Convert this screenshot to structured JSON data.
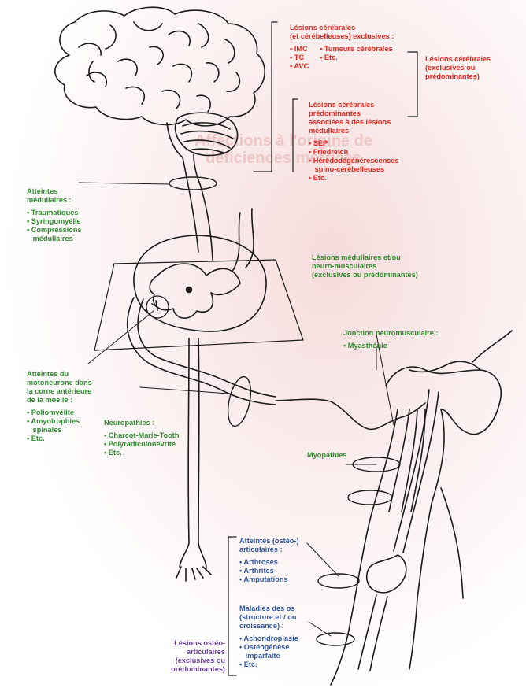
{
  "colors": {
    "cerebral": "#e3241b",
    "medullary": "#2e8b2e",
    "osteo": "#2f55a4",
    "osteo_summary": "#6a3fa0",
    "outline": "#1a1a1a"
  },
  "watermark": {
    "line1": "Affections à l'origine de",
    "line2": "déficiences motrices"
  },
  "cerebral_exclusive": {
    "title1": "Lésions cérébrales",
    "title2": "(et cérébelleuses) exclusives :",
    "col1": [
      "• IMC",
      "• TC",
      "• AVC"
    ],
    "col2": [
      "• Tumeurs cérébrales",
      "• Etc."
    ]
  },
  "cerebral_summary": {
    "line1": "Lésions cérébrales",
    "line2": "(exclusives ou",
    "line3": "prédominantes)"
  },
  "cerebral_predominant": {
    "title": [
      "Lésions cérébrales",
      "prédominantes",
      "associées à des lésions",
      "médullaires"
    ],
    "items": [
      "• SEP",
      "• Friedreich",
      "• Hérédodégénérescences",
      "   spino-cérébelleuses",
      "• Etc."
    ]
  },
  "medullary": {
    "title": [
      "Atteintes",
      "médullaires :"
    ],
    "items": [
      "• Traumatiques",
      "• Syringomyélie",
      "• Compressions",
      "   médullaires"
    ]
  },
  "medullary_summary": {
    "lines": [
      "Lésions médullaires et/ou",
      "neuro-musculaires",
      "(exclusives ou prédominantes)"
    ]
  },
  "motoneuron": {
    "title": [
      "Atteintes du",
      "motoneurone dans",
      "la corne antérieure",
      "de la moelle :"
    ],
    "items": [
      "• Poliomyélite",
      "• Amyotrophies",
      "   spinales",
      "• Etc."
    ]
  },
  "neuropathies": {
    "title": "Neuropathies :",
    "items": [
      "• Charcot-Marie-Tooth",
      "• Polyradiculonévrite",
      "• Etc."
    ]
  },
  "junction": {
    "title": "Jonction neuromusculaire :",
    "items": [
      "• Myasthénie"
    ]
  },
  "myopathies": {
    "title": "Myopathies"
  },
  "articular": {
    "title": [
      "Atteintes (ostéo-)",
      "articulaires :"
    ],
    "items": [
      "• Arthroses",
      "• Arthrites",
      "• Amputations"
    ]
  },
  "bone": {
    "title": [
      "Maladies des os",
      "(structure et / ou",
      "croissance) :"
    ],
    "items": [
      "• Achondroplasie",
      "• Ostéogénèse",
      "   imparfaite",
      "• Etc."
    ]
  },
  "osteo_summary": {
    "lines": [
      "Lésions ostéo-",
      "articulaires",
      "(exclusives ou",
      "prédominantes)"
    ]
  }
}
